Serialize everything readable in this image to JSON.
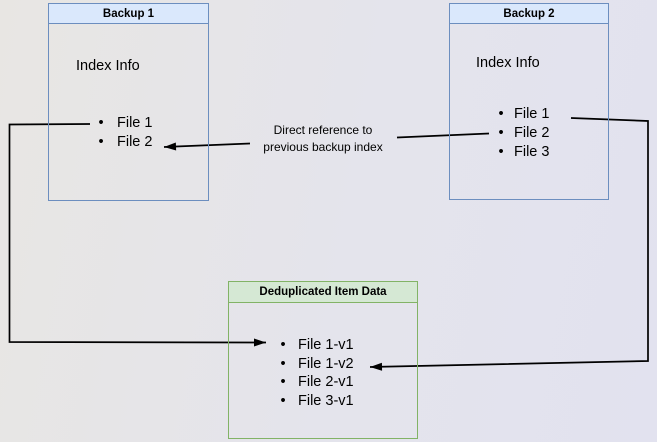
{
  "diagram": {
    "boxes": {
      "backup1": {
        "title": "Backup 1",
        "section_label": "Index Info",
        "items": [
          "File 1",
          "File 2"
        ]
      },
      "backup2": {
        "title": "Backup 2",
        "section_label": "Index Info",
        "items": [
          "File 1",
          "File 2",
          "File 3"
        ]
      },
      "dedup": {
        "title": "Deduplicated Item Data",
        "items": [
          "File 1-v1",
          "File 1-v2",
          "File 2-v1",
          "File 3-v1"
        ]
      }
    },
    "connectors": {
      "direct_reference_label": "Direct reference to\nprevious backup index"
    },
    "glyphs": {
      "bullet": "•"
    },
    "colors": {
      "blue_border": "#6c8ebf",
      "blue_header_fill": "#dae8fc",
      "green_border": "#82b366",
      "green_header_fill": "#d5e8d4",
      "line": "#000000",
      "background_left": "#e8e6e3",
      "background_right": "#e2e2ef"
    }
  }
}
